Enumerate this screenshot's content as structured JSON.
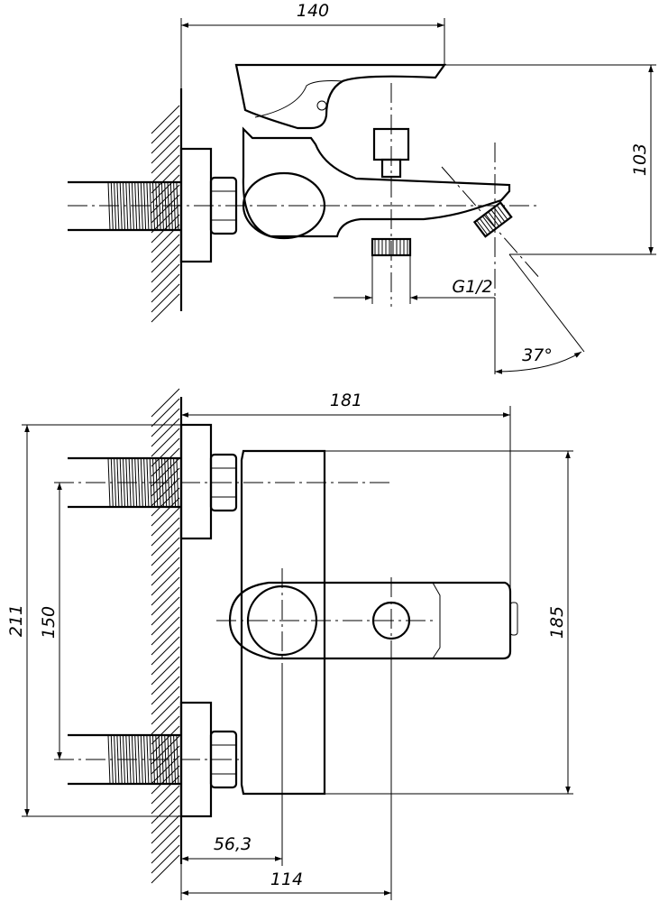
{
  "dimensions": {
    "top_width": "140",
    "top_height": "103",
    "outlet_thread": "G1/2",
    "spout_angle": "37°",
    "front_width": "181",
    "front_height": "185",
    "overall_height": "211",
    "inlet_spacing": "150",
    "depth_offset": "56,3",
    "base_width": "114"
  }
}
